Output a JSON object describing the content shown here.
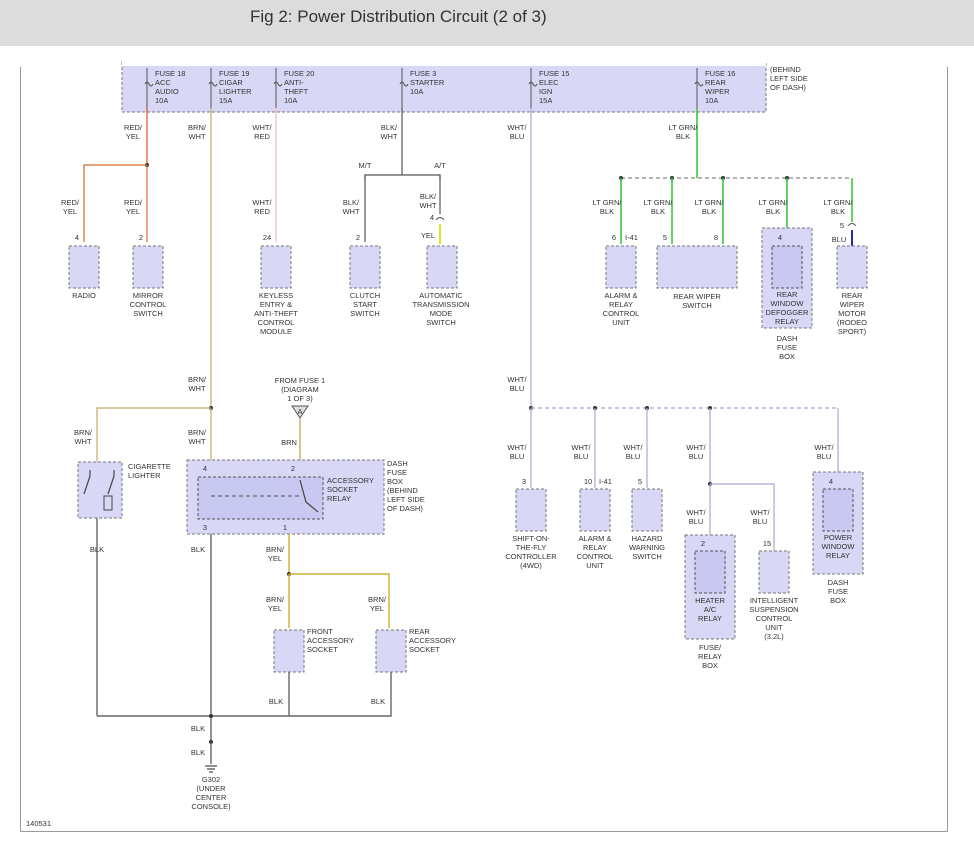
{
  "title": "Fig 2: Power Distribution Circuit (2 of 3)",
  "figure_id": "140531",
  "fuses": {
    "f18": [
      "FUSE 18",
      "ACC",
      "AUDIO",
      "10A"
    ],
    "f19": [
      "FUSE 19",
      "CIGAR",
      "LIGHTER",
      "15A"
    ],
    "f20": [
      "FUSE 20",
      "ANTI-",
      "THEFT",
      "10A"
    ],
    "f3": [
      "FUSE 3",
      "STARTER",
      "10A"
    ],
    "f15": [
      "FUSE 15",
      "ELEC",
      "IGN",
      "15A"
    ],
    "f16": [
      "FUSE 16",
      "REAR",
      "WIPER",
      "10A"
    ],
    "box_note": [
      "(BEHIND",
      "LEFT SIDE",
      "OF DASH)"
    ]
  },
  "wires": {
    "red_yel": [
      "RED/",
      "YEL"
    ],
    "brn_wht": [
      "BRN/",
      "WHT"
    ],
    "wht_red": [
      "WHT/",
      "RED"
    ],
    "blk_wht": [
      "BLK/",
      "WHT"
    ],
    "wht_blu": [
      "WHT/",
      "BLU"
    ],
    "lt_grn_blk": [
      "LT GRN/",
      "BLK"
    ],
    "brn_yel": [
      "BRN/",
      "YEL"
    ],
    "yel": "YEL",
    "blu": "BLU",
    "brn": "BRN",
    "blk": "BLK",
    "mt": "M/T",
    "at": "A/T"
  },
  "components": {
    "radio": [
      "RADIO"
    ],
    "mirror": [
      "MIRROR",
      "CONTROL",
      "SWITCH"
    ],
    "keyless": [
      "KEYLESS",
      "ENTRY &",
      "ANTI-THEFT",
      "CONTROL",
      "MODULE"
    ],
    "clutch": [
      "CLUTCH",
      "START",
      "SWITCH"
    ],
    "atmode": [
      "AUTOMATIC",
      "TRANSMISSION",
      "MODE",
      "SWITCH"
    ],
    "alarm": [
      "ALARM &",
      "RELAY",
      "CONTROL",
      "UNIT"
    ],
    "rearwiper_sw": [
      "REAR WIPER",
      "SWITCH"
    ],
    "defogger": [
      "REAR",
      "WINDOW",
      "DEFOGGER",
      "RELAY"
    ],
    "dashfuse3": [
      "DASH",
      "FUSE",
      "BOX"
    ],
    "wipermotor": [
      "REAR",
      "WIPER",
      "MOTOR",
      "(RODEO",
      "SPORT)"
    ],
    "cigarette": [
      "CIGARETTE",
      "LIGHTER"
    ],
    "fromfuse": [
      "FROM FUSE 1",
      "(DIAGRAM",
      "1 OF 3)"
    ],
    "connector_a": "A",
    "accrelay": [
      "ACCESSORY",
      "SOCKET",
      "RELAY"
    ],
    "dashbox_note": [
      "DASH",
      "FUSE",
      "BOX",
      "(BEHIND",
      "LEFT SIDE",
      "OF DASH)"
    ],
    "front_socket": [
      "FRONT",
      "ACCESSORY",
      "SOCKET"
    ],
    "rear_socket": [
      "REAR",
      "ACCESSORY",
      "SOCKET"
    ],
    "ground": [
      "G302",
      "(UNDER",
      "CENTER",
      "CONSOLE)"
    ],
    "shift": [
      "SHIFT-ON-",
      "THE-FLY",
      "CONTROLLER",
      "(4WD)"
    ],
    "hazard": [
      "HAZARD",
      "WARNING",
      "SWITCH"
    ],
    "heater": [
      "HEATER",
      "A/C",
      "RELAY"
    ],
    "fuserelay": [
      "FUSE/",
      "RELAY",
      "BOX"
    ],
    "suspension": [
      "INTELLIGENT",
      "SUSPENSION",
      "CONTROL",
      "UNIT",
      "(3.2L)"
    ],
    "powerwin": [
      "POWER",
      "WINDOW",
      "RELAY"
    ]
  },
  "pins": {
    "radio": "4",
    "mirror": "2",
    "keyless": "24",
    "clutch": "2",
    "atmode": "4",
    "alarm_top": "6",
    "alarm_top_conn": "I-41",
    "rearwiper_a": "5",
    "rearwiper_b": "8",
    "defogger": "4",
    "wipermotor": "5",
    "acc_in": "4",
    "acc_sw": "2",
    "acc_gnd": "3",
    "acc_out": "1",
    "shift": "3",
    "alarm_bot": "10",
    "alarm_bot_conn": "I-41",
    "hazard": "5",
    "heater": "2",
    "suspension": "15",
    "powerwin": "4"
  },
  "colors": {
    "red": "#e0541e",
    "orange": "#d86a2c",
    "tan": "#c8a868",
    "pink": "#f0b8c4",
    "gray": "#666666",
    "lavender": "#a8a8d8",
    "green": "#3cc83c",
    "yellow": "#e8e020",
    "gold": "#d0b030",
    "navy": "#2a2aa0",
    "box": "#d8d8f6"
  }
}
